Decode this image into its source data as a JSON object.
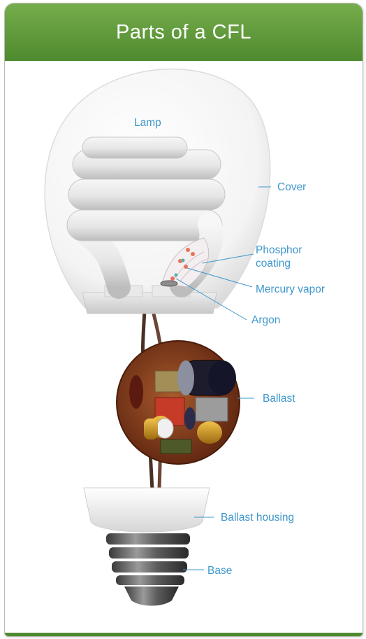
{
  "title": "Parts of a CFL",
  "labels": {
    "lamp": "Lamp",
    "cover": "Cover",
    "phosphor_line1": "Phosphor",
    "phosphor_line2": "coating",
    "mercury": "Mercury vapor",
    "argon": "Argon",
    "ballast": "Ballast",
    "ballast_housing": "Ballast housing",
    "base": "Base"
  },
  "colors": {
    "header_green": "#5f9a3b",
    "label_blue": "#3d97cc",
    "wire_brown": "#5a3a2c",
    "board_brown": "#8a3d1c"
  }
}
